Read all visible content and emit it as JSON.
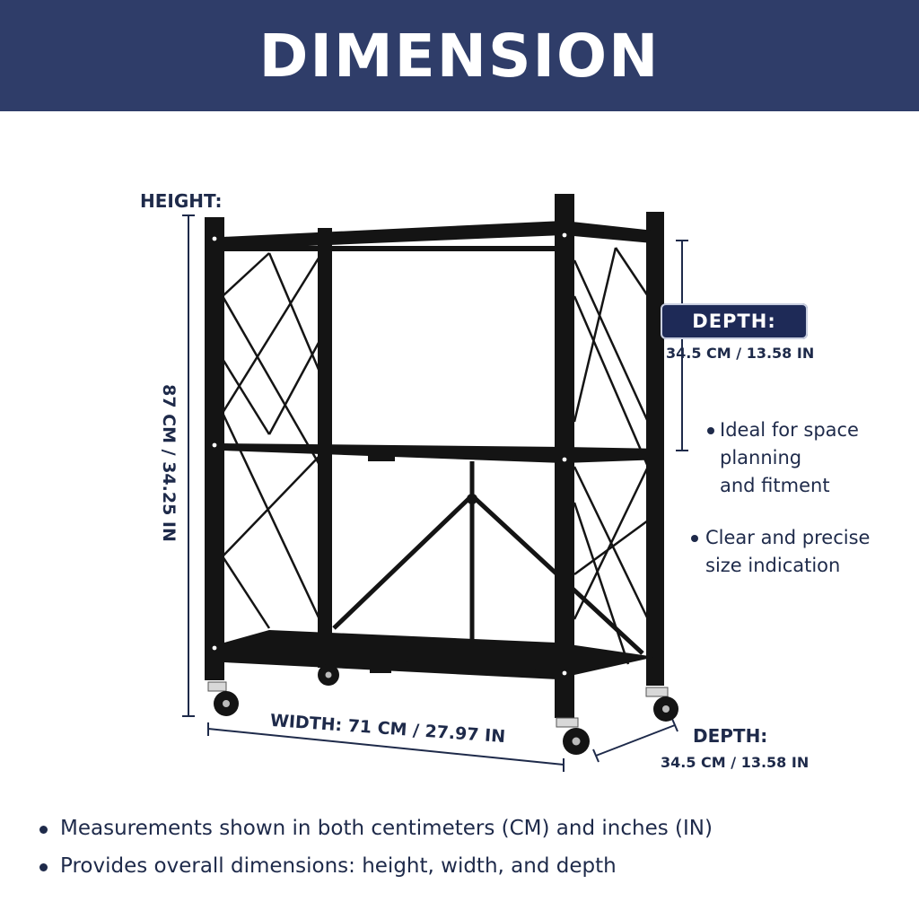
{
  "banner": {
    "title": "DIMENSION"
  },
  "labels": {
    "height_label": "HEIGHT:",
    "height_value": "87 CM / 34.25 IN",
    "width_label": "WIDTH: 71 CM / 27.97 IN",
    "depth_top_label": "DEPTH:",
    "depth_top_value": "34.5 CM / 13.58 IN",
    "depth_bottom_label": "DEPTH:",
    "depth_bottom_value": "34.5 CM / 13.58 IN"
  },
  "side_bullets": [
    {
      "lines": [
        "Ideal for space",
        "planning",
        "and fitment"
      ]
    },
    {
      "lines": [
        "Clear and precise",
        "size indication"
      ]
    }
  ],
  "bottom_bullets": [
    "Measurements shown in both centimeters (CM) and inches (IN)",
    "Provides overall dimensions: height, width, and depth"
  ],
  "colors": {
    "banner": "#2f3d69",
    "text": "#1e2a4a",
    "frame": "#141414",
    "badge": "#1e2a57"
  }
}
